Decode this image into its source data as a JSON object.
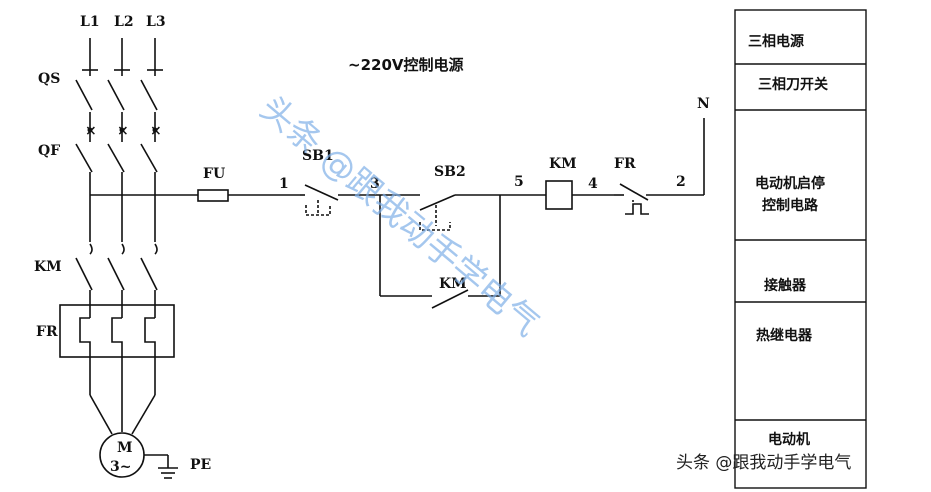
{
  "power_lines": [
    "L1",
    "L2",
    "L3"
  ],
  "labels": {
    "qs": "QS",
    "qf": "QF",
    "km_main": "KM",
    "fr_main": "FR",
    "motor_top": "M",
    "motor_bottom": "3~",
    "pe": "PE",
    "control_title": "~220V控制电源",
    "fu": "FU",
    "sb1": "SB1",
    "sb2": "SB2",
    "km_coil": "KM",
    "fr_control": "FR",
    "km_aux": "KM",
    "neutral": "N",
    "node1": "1",
    "node3": "3",
    "node5": "5",
    "node4": "4",
    "node2": "2"
  },
  "legend": [
    "三相电源",
    "三相刀开关",
    "电动机启停控制电路",
    "接触器",
    "热继电器",
    "电动机"
  ],
  "legend_lines": {
    "motor_control_line1": "电动机启停",
    "motor_control_line2": "控制电路"
  },
  "watermark": "头条 @跟我动手学电气",
  "footer": "头条 @跟我动手学电气"
}
